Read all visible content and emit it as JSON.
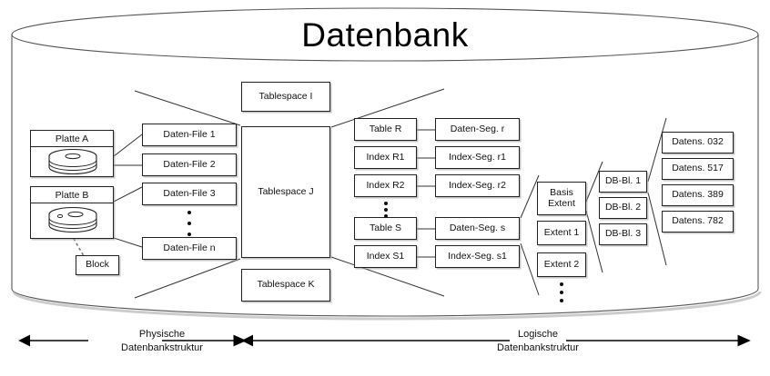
{
  "diagram": {
    "title": "Datenbank",
    "physical": {
      "disks": [
        {
          "label": "Platte A",
          "icon": "disk-platter-icon"
        },
        {
          "label": "Platte B",
          "icon": "disk-platter-icon"
        }
      ],
      "block": "Block",
      "datafiles": [
        "Daten-File 1",
        "Daten-File 2",
        "Daten-File 3",
        "Daten-File n"
      ],
      "datafiles_ellipsis": true
    },
    "tablespaces": [
      "Tablespace I",
      "Tablespace J",
      "Tablespace K"
    ],
    "objects": [
      "Table R",
      "Index R1",
      "Index R2",
      "Table S",
      "Index S1"
    ],
    "objects_ellipsis": true,
    "segments": [
      "Daten-Seg. r",
      "Index-Seg. r1",
      "Index-Seg. r2",
      "Daten-Seg. s",
      "Index-Seg. s1"
    ],
    "extents": [
      "Basis Extent",
      "Extent 1",
      "Extent 2"
    ],
    "extents_line1": "Basis",
    "extents_line2": "Extent",
    "extents_ellipsis": true,
    "db_blocks": [
      "DB-Bl. 1",
      "DB-Bl. 2",
      "DB-Bl. 3"
    ],
    "db_blocks_ellipsis": true,
    "records": [
      "Datens. 032",
      "Datens. 517",
      "Datens. 389",
      "Datens. 782"
    ],
    "captions": [
      {
        "line1": "Physische",
        "line2": "Datenbankstruktur"
      },
      {
        "line1": "Logische",
        "line2": "Datenbankstruktur"
      }
    ],
    "colors": {
      "stroke": "#222222",
      "text": "#111111",
      "background": "#ffffff"
    }
  }
}
